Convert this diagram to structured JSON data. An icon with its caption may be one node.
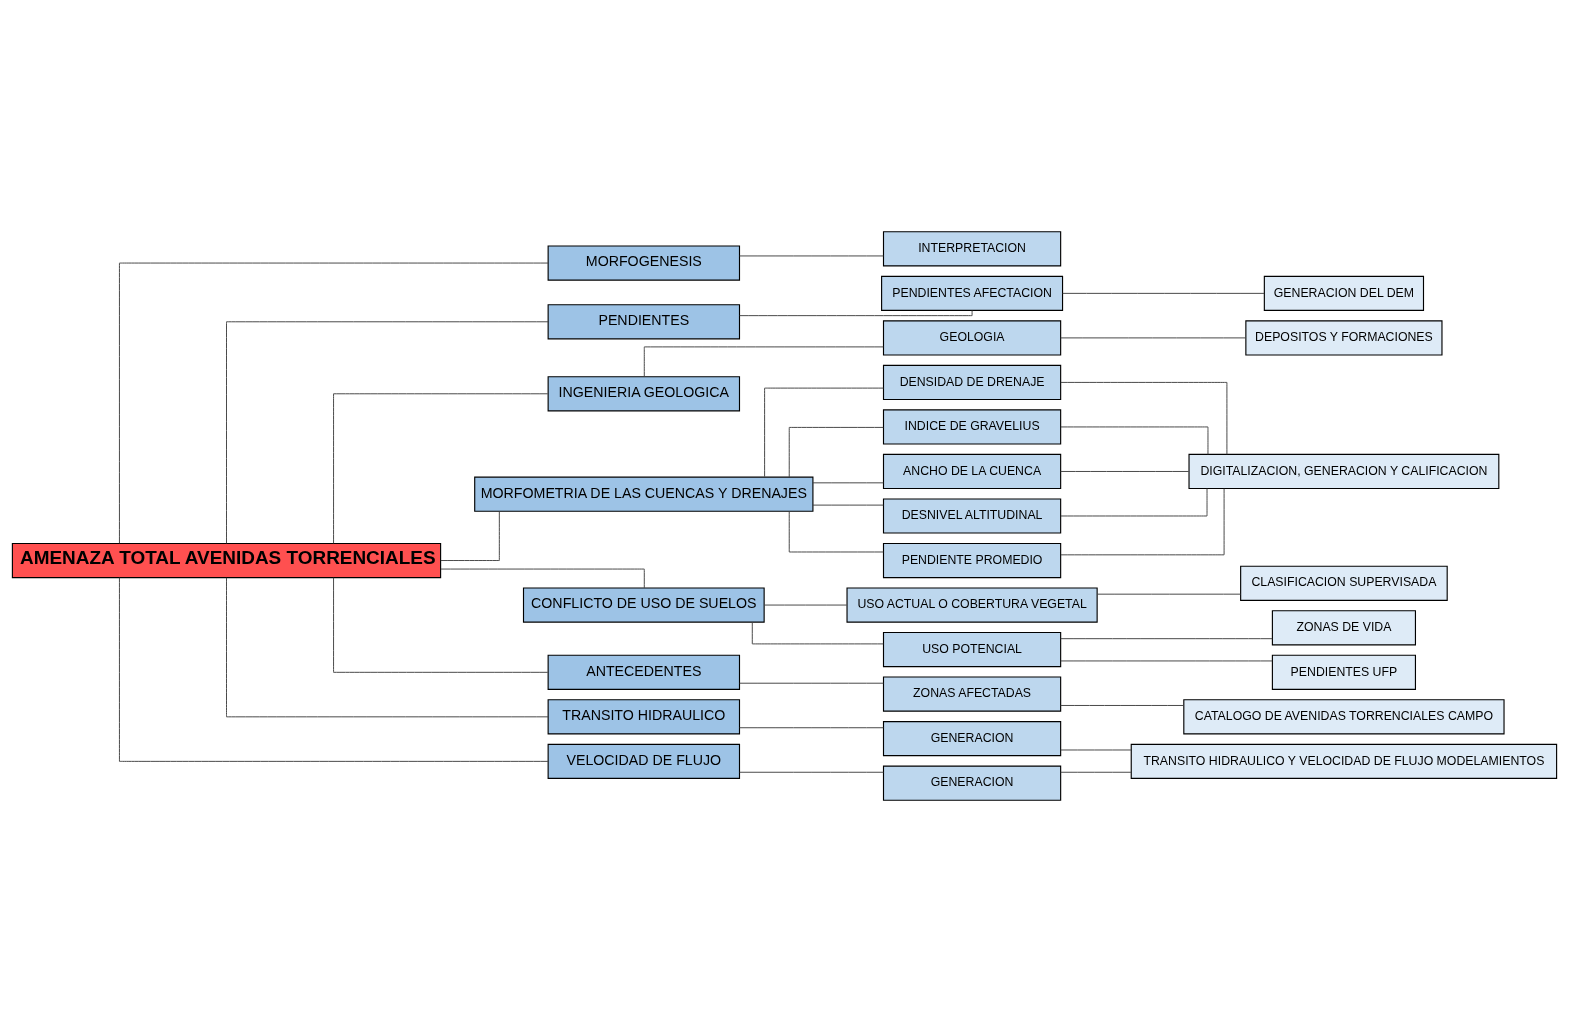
{
  "diagram": {
    "nodes": [
      {
        "text": [
          "AMENAZA TOTAL AVENIDAS TORRENCIALES"
        ]
      },
      {
        "text": [
          "MORFOGENESIS"
        ]
      },
      {
        "text": [
          "INTERPRETACION"
        ]
      },
      {
        "text": [
          "PENDIENTES"
        ]
      },
      {
        "text": [
          "PENDIENTES AFECTACION"
        ]
      },
      {
        "text": [
          "GENERACION DEL DEM"
        ]
      },
      {
        "text": [
          "INGENIERIA GEOLOGICA"
        ]
      },
      {
        "text": [
          "GEOLOGIA"
        ]
      },
      {
        "text": [
          "DEPOSITOS Y FORMACIONES"
        ]
      },
      {
        "text": [
          "MORFOMETRIA DE LAS CUENCAS Y DRENAJES"
        ]
      },
      {
        "text": [
          "DENSIDAD DE DRENAJE"
        ]
      },
      {
        "text": [
          "INDICE DE GRAVELIUS"
        ]
      },
      {
        "text": [
          "ANCHO DE LA CUENCA"
        ]
      },
      {
        "text": [
          "DESNIVEL ALTITUDINAL"
        ]
      },
      {
        "text": [
          "PENDIENTE PROMEDIO"
        ]
      },
      {
        "text": [
          "DIGITALIZACION, GENERACION Y CALIFICACION"
        ]
      },
      {
        "text": [
          "CONFLICTO DE USO DE SUELOS"
        ]
      },
      {
        "text": [
          "USO ACTUAL O COBERTURA VEGETAL"
        ]
      },
      {
        "text": [
          "CLASIFICACION SUPERVISADA"
        ]
      },
      {
        "text": [
          "USO POTENCIAL"
        ]
      },
      {
        "text": [
          "ZONAS DE VIDA"
        ]
      },
      {
        "text": [
          "PENDIENTES UFP"
        ]
      },
      {
        "text": [
          "ANTECEDENTES"
        ]
      },
      {
        "text": [
          "ZONAS AFECTADAS"
        ]
      },
      {
        "text": [
          "CATALOGO DE AVENIDAS TORRENCIALES CAMPO"
        ]
      },
      {
        "text": [
          "TRANSITO HIDRAULICO"
        ]
      },
      {
        "text": [
          "GENERACION"
        ]
      },
      {
        "text": [
          "VELOCIDAD DE FLUJO"
        ]
      },
      {
        "text": [
          "GENERACION"
        ]
      },
      {
        "text": [
          "TRANSITO HIDRAULICO Y VELOCIDAD DE FLUJO MODELAMIENTOS"
        ]
      }
    ],
    "edges": [
      {
        "from": 0,
        "to": 1,
        "arrow": "none"
      },
      {
        "from": 0,
        "to": 3,
        "arrow": "none"
      },
      {
        "from": 0,
        "to": 6,
        "arrow": "none"
      },
      {
        "from": 0,
        "to": 9,
        "arrow": "none"
      },
      {
        "from": 0,
        "to": 16,
        "arrow": "none"
      },
      {
        "from": 0,
        "to": 22,
        "arrow": "none"
      },
      {
        "from": 0,
        "to": 25,
        "arrow": "none"
      },
      {
        "from": 0,
        "to": 27,
        "arrow": "none"
      },
      {
        "from": 1,
        "to": 2,
        "arrow": "none"
      },
      {
        "from": 3,
        "to": 4,
        "arrow": "none"
      },
      {
        "from": 4,
        "to": 5,
        "arrow": "none"
      },
      {
        "from": 6,
        "to": 7,
        "arrow": "none"
      },
      {
        "from": 7,
        "to": 8,
        "arrow": "none"
      },
      {
        "from": 9,
        "to": 10,
        "arrow": "none"
      },
      {
        "from": 9,
        "to": 11,
        "arrow": "none"
      },
      {
        "from": 9,
        "to": 12,
        "arrow": "none"
      },
      {
        "from": 9,
        "to": 13,
        "arrow": "none"
      },
      {
        "from": 9,
        "to": 14,
        "arrow": "none"
      },
      {
        "from": 10,
        "to": 15,
        "arrow": "none"
      },
      {
        "from": 11,
        "to": 15,
        "arrow": "none"
      },
      {
        "from": 12,
        "to": 15,
        "arrow": "none"
      },
      {
        "from": 13,
        "to": 15,
        "arrow": "none"
      },
      {
        "from": 14,
        "to": 15,
        "arrow": "none"
      },
      {
        "from": 16,
        "to": 17,
        "arrow": "none"
      },
      {
        "from": 16,
        "to": 19,
        "arrow": "none"
      },
      {
        "from": 17,
        "to": 18,
        "arrow": "none"
      },
      {
        "from": 19,
        "to": 20,
        "arrow": "none"
      },
      {
        "from": 19,
        "to": 21,
        "arrow": "none"
      },
      {
        "from": 22,
        "to": 23,
        "arrow": "none"
      },
      {
        "from": 23,
        "to": 24,
        "arrow": "none"
      },
      {
        "from": 25,
        "to": 26,
        "arrow": "none"
      },
      {
        "from": 27,
        "to": 28,
        "arrow": "none"
      },
      {
        "from": 26,
        "to": 29,
        "arrow": "none"
      },
      {
        "from": 28,
        "to": 29,
        "arrow": "none"
      }
    ]
  }
}
